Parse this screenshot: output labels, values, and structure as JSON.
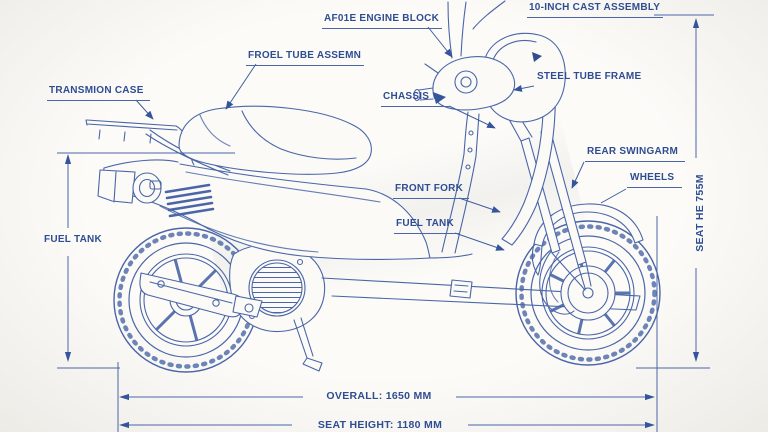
{
  "labels": {
    "engine_block": "AF01E ENGINE BLOCK",
    "cast_assembly": "10-INCH CAST ASSEMBLY",
    "front_tube_assembly": "FROEL TUBE ASSEMN",
    "transmission_case": "TRANSMION CASE",
    "chassis": "CHASSIS",
    "steel_tube_frame": "STEEL TUBE FRAME",
    "rear_swingarm": "REAR SWINGARM",
    "wheels": "WHEELS",
    "front_fork": "FRONT FORK",
    "fuel_tank_center": "FUEL TANK",
    "fuel_tank_left": "FUEL TANK"
  },
  "dimensions": {
    "overall_length": "OVERALL: 1650 MM",
    "seat_height": "SEAT HEIGHT: 1180 MM",
    "seat_height_right": "SEAT HE 755M"
  },
  "colors": {
    "line_blue": "#4a66a8",
    "text_navy": "#2f4d92",
    "background": "#fcfbf8"
  }
}
